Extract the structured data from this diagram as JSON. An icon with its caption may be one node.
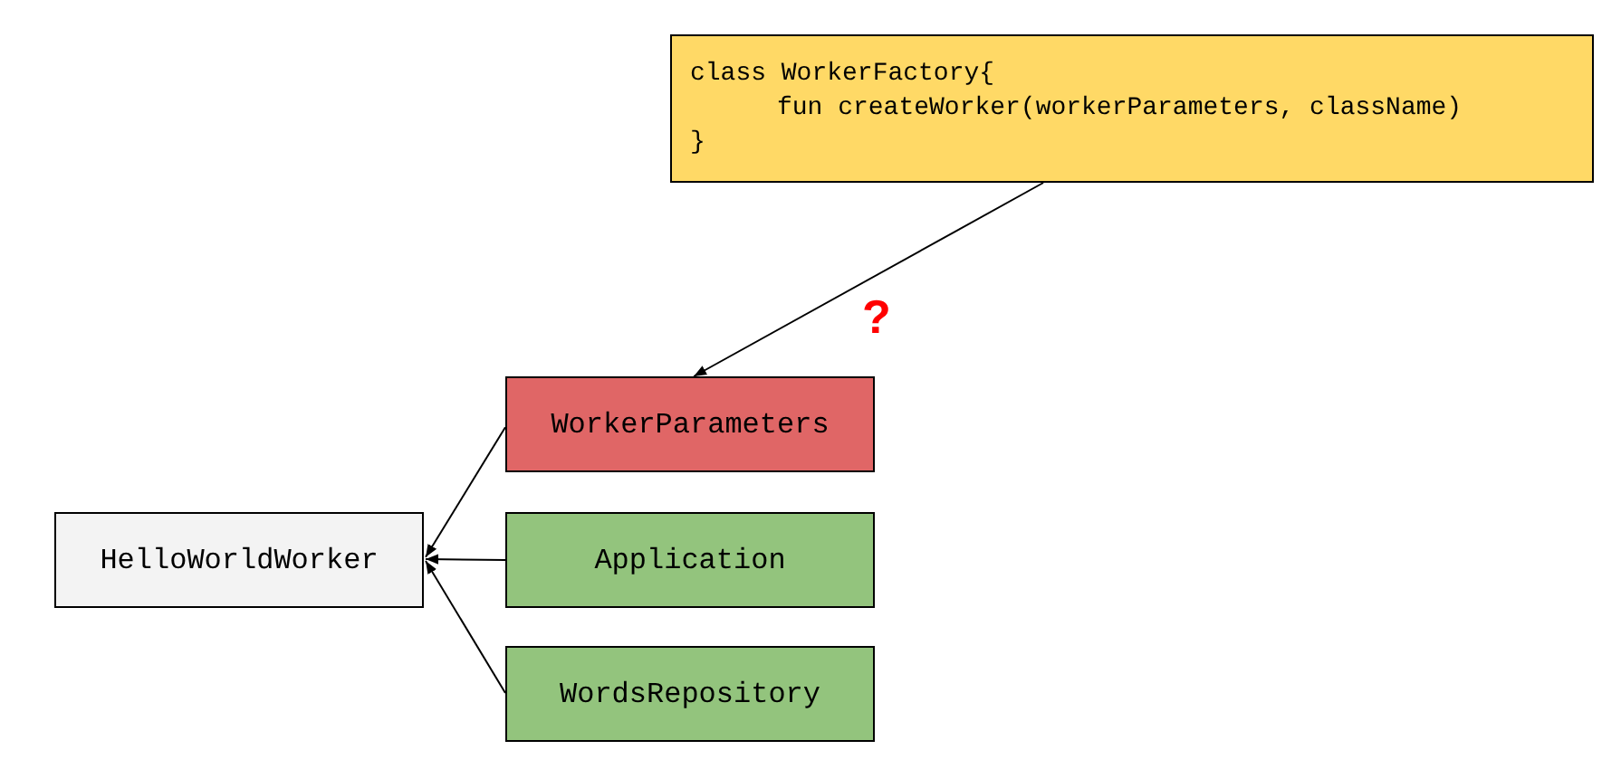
{
  "diagram": {
    "nodes": [
      {
        "text": [
          "class WorkerFactory{",
          "fun createWorker(workerParameters, className)",
          "}"
        ]
      },
      {
        "text": [
          "WorkerParameters"
        ]
      },
      {
        "text": [
          "HelloWorldWorker"
        ]
      },
      {
        "text": [
          "Application"
        ]
      },
      {
        "text": [
          "WordsRepository"
        ]
      }
    ],
    "edges": [
      {
        "from": 0,
        "to": 1,
        "arrow": "to",
        "label": "?"
      },
      {
        "from": 1,
        "to": 2,
        "arrow": "to"
      },
      {
        "from": 3,
        "to": 2,
        "arrow": "to"
      },
      {
        "from": 4,
        "to": 2,
        "arrow": "to"
      }
    ]
  }
}
